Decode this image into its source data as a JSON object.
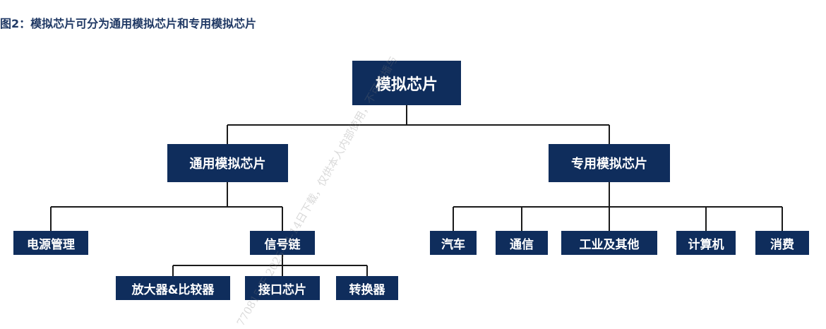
{
  "title": "图2：模拟芯片可分为通用模拟芯片和专用模拟芯片",
  "root": "模拟芯片",
  "general": {
    "label": "通用模拟芯片",
    "power": "电源管理",
    "signal_chain": {
      "label": "信号链",
      "children": [
        "放大器&比较器",
        "接口芯片",
        "转换器"
      ]
    }
  },
  "special": {
    "label": "专用模拟芯片",
    "children": [
      "汽车",
      "通信",
      "工业及其他",
      "计算机",
      "消费"
    ]
  },
  "watermark": "770815 于 2025-04-14日下载，仅供本人内部使用，不可传播与"
}
